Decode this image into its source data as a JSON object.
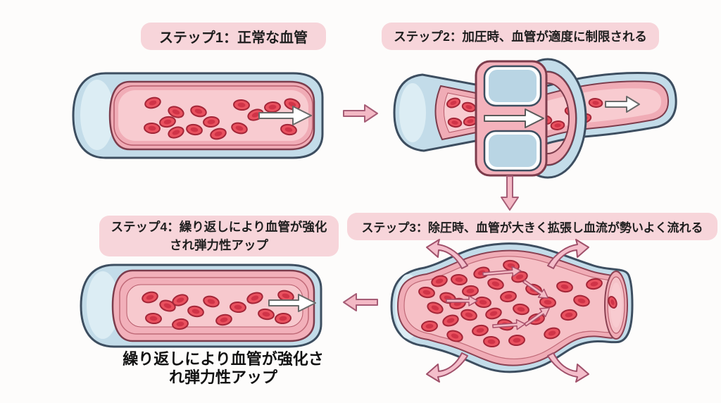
{
  "diagram": {
    "steps": [
      {
        "id": "1",
        "label": "ステップ1：正常な血管"
      },
      {
        "id": "2",
        "label": "ステップ2：加圧時、血管が適度に制限される"
      },
      {
        "id": "3",
        "label": "ステップ3：除圧時、血管が大きく拡張し血流が勢いよく流れる"
      },
      {
        "id": "4",
        "label": "ステップ4：繰り返しにより血管が強化され弾力性アップ"
      }
    ],
    "caption": "繰り返しにより血管が強化され弾力性アップ",
    "flow_sequence": [
      "step1-to-step2",
      "step2-to-step3",
      "step3-to-step4"
    ],
    "icons": {
      "flow_arrow": "white right-arrow inside vessel lumen",
      "connector_arrow": "pink block arrow between steps",
      "expansion_arrow": "curved pink arrow pointing outward from dilated vessel"
    },
    "colors": {
      "background": "#fdfcfb",
      "label_pill_bg": "#f7d5da",
      "label_text": "#1e1e1e",
      "vessel_outer_blue": "#c3dce9",
      "vessel_outer_highlight": "#dcedf4",
      "vessel_outline": "#3d4e60",
      "vessel_wall_pink": "#f0acb6",
      "vessel_lumen_pink": "#f8cbd0",
      "rbc_fill": "#e9515f",
      "rbc_outline": "#a32638",
      "connector_arrow_fill": "#f3b9c5",
      "connector_arrow_outline": "#a65d76",
      "flow_arrow_fill": "#ffffff"
    }
  }
}
